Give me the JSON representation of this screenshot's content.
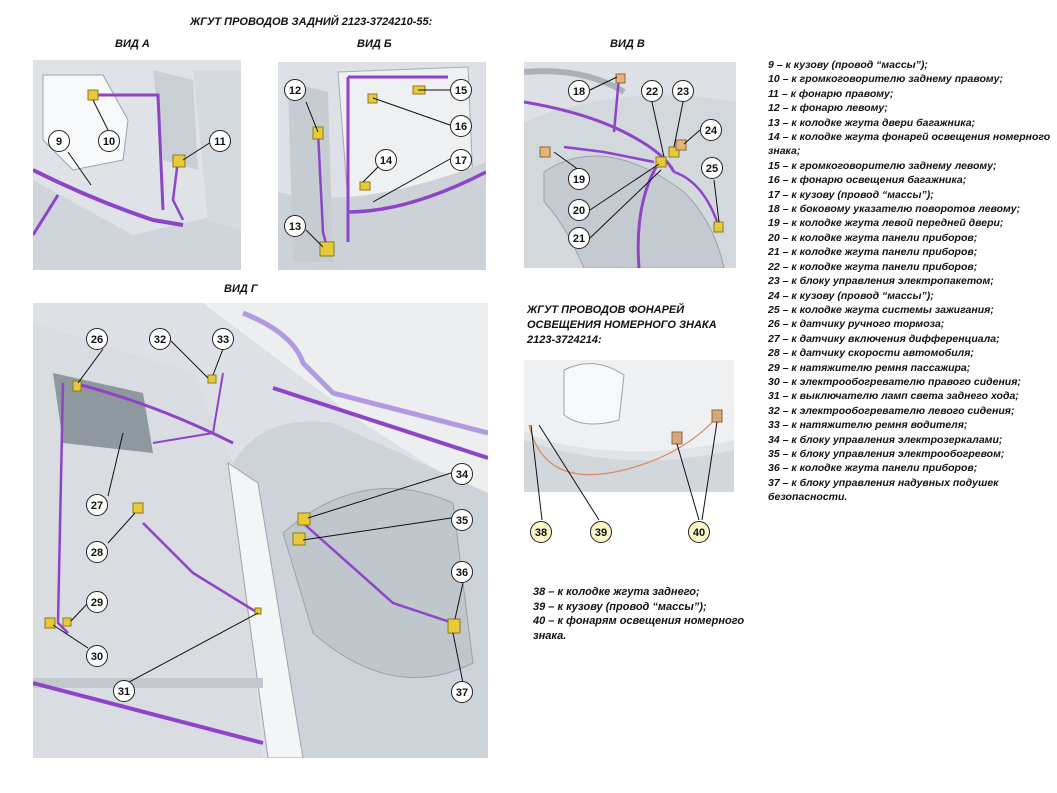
{
  "title": "ЖГУТ ПРОВОДОВ ЗАДНИЙ 2123-3724210-55:",
  "views": {
    "a": "ВИД А",
    "b": "ВИД Б",
    "v": "ВИД В",
    "g": "ВИД Г"
  },
  "callouts": {
    "c9": "9",
    "c10": "10",
    "c11": "11",
    "c12": "12",
    "c13": "13",
    "c14": "14",
    "c15": "15",
    "c16": "16",
    "c17": "17",
    "c18": "18",
    "c19": "19",
    "c20": "20",
    "c21": "21",
    "c22": "22",
    "c23": "23",
    "c24": "24",
    "c25": "25",
    "c26": "26",
    "c27": "27",
    "c28": "28",
    "c29": "29",
    "c30": "30",
    "c31": "31",
    "c32": "32",
    "c33": "33",
    "c34": "34",
    "c35": "35",
    "c36": "36",
    "c37": "37",
    "c38": "38",
    "c39": "39",
    "c40": "40"
  },
  "legend": [
    "9 – к кузову (провод “массы”);",
    "10 – к громкоговорителю заднему правому;",
    "11 – к фонарю правому;",
    "12 – к фонарю левому;",
    "13 – к колодке жгута двери багажника;",
    "14 – к колодке жгута фонарей освещения номерного знака;",
    "15 – к громкоговорителю заднему левому;",
    "16 – к фонарю освещения багажника;",
    "17 – к кузову (провод “массы”);",
    "18 – к боковому указателю поворотов левому;",
    "19 – к колодке жгута левой передней двери;",
    "20 – к колодке жгута панели приборов;",
    "21 – к колодке жгута панели приборов;",
    "22 – к колодке жгута панели приборов;",
    "23 – к блоку управления электропакетом;",
    "24 – к кузову (провод “массы”);",
    "25 – к колодке жгута системы зажигания;",
    "26 – к датчику ручного тормоза;",
    "27 – к датчику включения дифференциала;",
    "28 – к датчику скорости автомобиля;",
    "29 – к натяжителю ремня пассажира;",
    "30 – к электрообогревателю правого сидения;",
    "31 – к выключателю ламп света заднего хода;",
    "32 – к электрообогревателю левого сидения;",
    "33 – к натяжителю ремня водителя;",
    "34 – к блоку управления электрозеркалами;",
    "35 – к блоку управления электрообогревом;",
    "36 – к колодке жгута панели приборов;",
    "37 – к блоку управления надувных подушек безопасности."
  ],
  "plate_harness_title": "ЖГУТ ПРОВОДОВ ФОНАРЕЙ ОСВЕЩЕНИЯ НОМЕРНОГО ЗНАКА 2123-3724214:",
  "plate_legend": [
    "38 – к колодке жгута заднего;",
    "39 – к кузову (провод “массы”);",
    "40 – к фонарям освещения номерного знака."
  ],
  "colors": {
    "wire": "#8e44c8",
    "connector": "#e8c93a",
    "body_panel": "#e6e9ec",
    "callout_highlight": "#fbf6c8"
  }
}
